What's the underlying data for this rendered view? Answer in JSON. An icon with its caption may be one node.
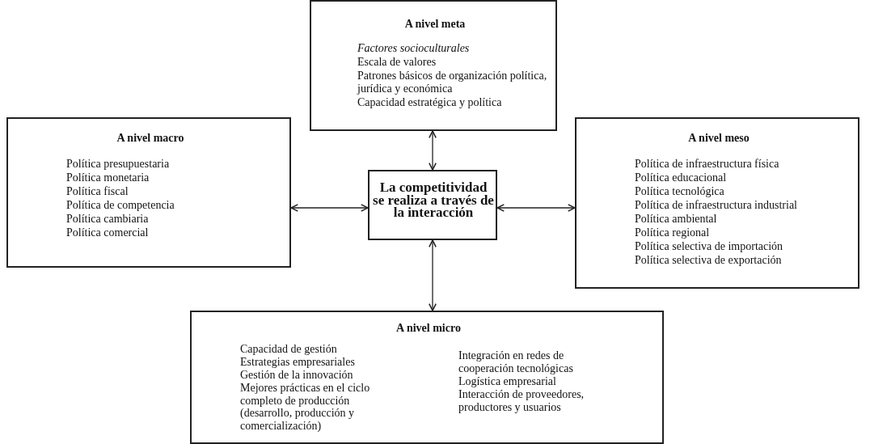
{
  "diagram": {
    "nodes": [
      {
        "text": [
          "A nivel meta",
          "Factores socioculturales",
          "Escala de valores",
          "Patrones básicos de organización política, jurídica y económica",
          "Capacidad estratégica y política"
        ]
      },
      {
        "text": [
          "A nivel macro",
          "Política presupuestaria",
          "Política monetaria",
          "Política fiscal",
          "Política de competencia",
          "Política cambiaria",
          "Política comercial"
        ]
      },
      {
        "text": [
          "La competitividad se realiza a través de la interacción"
        ]
      },
      {
        "text": [
          "A nivel meso",
          "Política de infraestructura física",
          "Política educacional",
          "Política tecnológica",
          "Política de infraestructura industrial",
          "Política ambiental",
          "Política regional",
          "Política selectiva de importación",
          "Política selectiva de exportación"
        ]
      },
      {
        "text": [
          "A nivel micro",
          "Capacidad de gestión",
          "Estrategias empresariales",
          "Gestión de la innovación",
          "Mejores prácticas en el ciclo completo de producción (desarrollo, producción y comercialización)",
          "Integración en redes de cooperación tecnológicas",
          "Logística empresarial",
          "Interacción de proveedores, productores y usuarios"
        ]
      }
    ],
    "edges": [
      {
        "from": 0,
        "to": 2,
        "arrow": "both"
      },
      {
        "from": 1,
        "to": 2,
        "arrow": "both"
      },
      {
        "from": 2,
        "to": 3,
        "arrow": "both"
      },
      {
        "from": 2,
        "to": 4,
        "arrow": "both"
      }
    ]
  }
}
